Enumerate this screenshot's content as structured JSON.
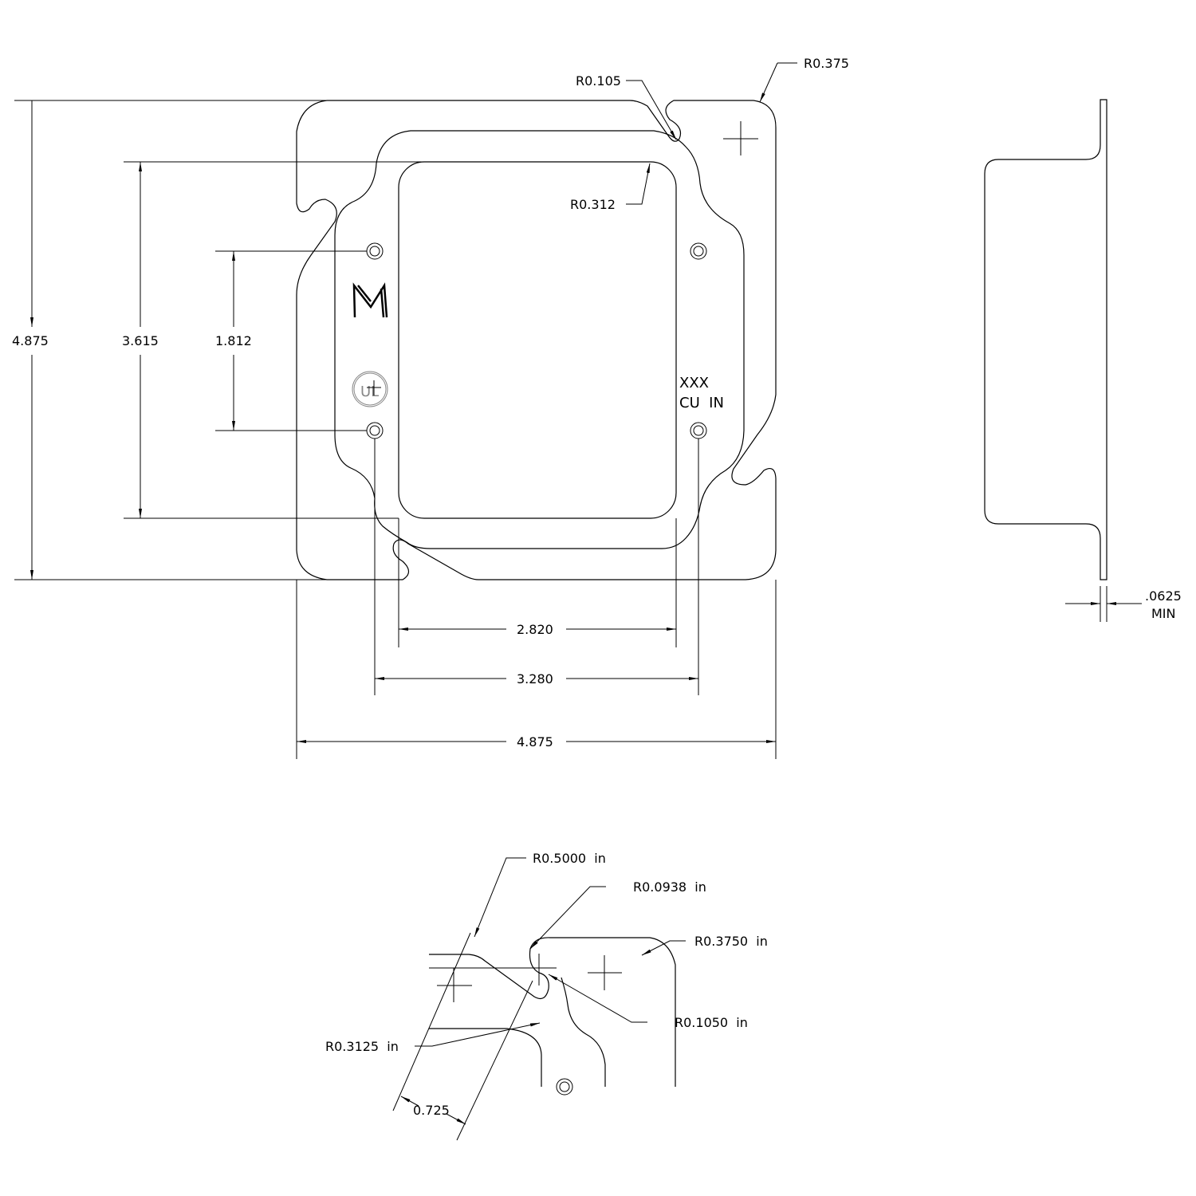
{
  "drawing": {
    "overall_height": "4.875",
    "bolt_span_height": "3.615",
    "screw_hole_spacing": "1.812",
    "overall_width": "4.875",
    "screw_hole_width": "3.280",
    "opening_width": "2.820",
    "corner_radius_outer": "R0.375",
    "notch_radius": "R0.105",
    "opening_radius": "R0.312",
    "marking_line1": "XXX",
    "marking_line2": "CU  IN",
    "logo_letter": "M",
    "ul_mark": "UL"
  },
  "side_view": {
    "thickness": ".0625",
    "thickness_note": "MIN"
  },
  "detail": {
    "r_large": "R0.5000  in",
    "r_small_notch": "R0.0938  in",
    "r_corner": "R0.3750  in",
    "r_notch": "R0.1050  in",
    "r_inner": "R0.3125  in",
    "width": "0.725"
  }
}
